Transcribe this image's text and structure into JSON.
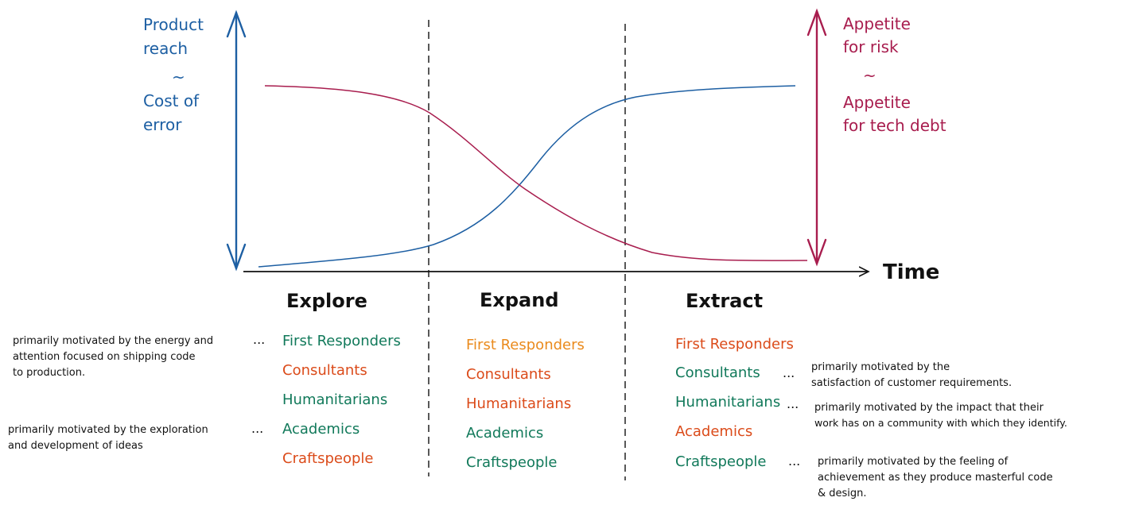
{
  "colors": {
    "blue": "#1d5fa3",
    "crimson": "#a81d4e",
    "green": "#11795a",
    "orange_red": "#db4b1a",
    "orange": "#ea8a1c",
    "ink": "#111111"
  },
  "left_axis": {
    "lines": [
      "Product",
      "reach",
      "~",
      "Cost of",
      "error"
    ]
  },
  "right_axis": {
    "lines": [
      "Appetite",
      "for risk",
      "~",
      "Appetite",
      "for tech debt"
    ]
  },
  "time_label": "Time",
  "phases": {
    "explore": {
      "title": "Explore",
      "roles": [
        {
          "label": "First Responders",
          "color": "green"
        },
        {
          "label": "Consultants",
          "color": "orange_red"
        },
        {
          "label": "Humanitarians",
          "color": "green"
        },
        {
          "label": "Academics",
          "color": "green"
        },
        {
          "label": "Craftspeople",
          "color": "orange_red"
        }
      ]
    },
    "expand": {
      "title": "Expand",
      "roles": [
        {
          "label": "First Responders",
          "color": "orange"
        },
        {
          "label": "Consultants",
          "color": "orange_red"
        },
        {
          "label": "Humanitarians",
          "color": "orange_red"
        },
        {
          "label": "Academics",
          "color": "green"
        },
        {
          "label": "Craftspeople",
          "color": "green"
        }
      ]
    },
    "extract": {
      "title": "Extract",
      "roles": [
        {
          "label": "First Responders",
          "color": "orange_red"
        },
        {
          "label": "Consultants",
          "color": "green"
        },
        {
          "label": "Humanitarians",
          "color": "green"
        },
        {
          "label": "Academics",
          "color": "orange_red"
        },
        {
          "label": "Craftspeople",
          "color": "green"
        }
      ]
    }
  },
  "notes": {
    "first_responders": [
      "primarily motivated by the energy and",
      "attention focused on shipping code",
      "to production."
    ],
    "academics": [
      "primarily motivated by the exploration",
      "and development of ideas"
    ],
    "consultants": [
      "primarily motivated by the",
      "satisfaction of customer requirements."
    ],
    "humanitarians": [
      "primarily motivated by the impact that their",
      "work has on a community with which they identify."
    ],
    "craftspeople": [
      "primarily motivated by the feeling of",
      "achievement as they produce masterful code",
      "& design."
    ]
  },
  "ellipsis": "..."
}
